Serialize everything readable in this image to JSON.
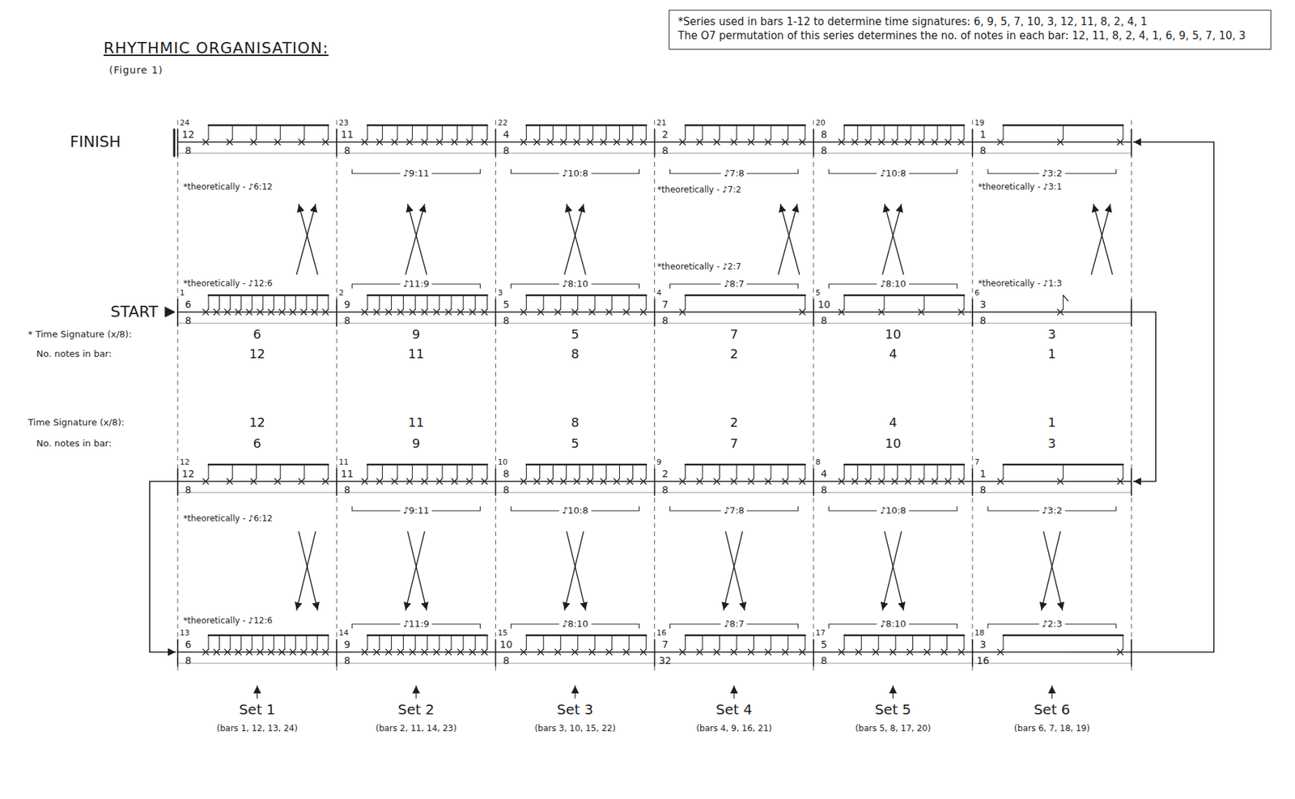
{
  "diagram": {
    "title": "RHYTHMIC ORGANISATION:",
    "caption": "(Figure 1)",
    "nodes": [
      {
        "text": [
          "*Series used in bars 1-12 to determine time signatures: 6, 9, 5, 7, 10, 3, 12, 11, 8, 2, 4, 1",
          "The O7 permutation of this series determines the no. of notes in each bar: 12, 11, 8, 2, 4, 1, 6, 9, 5, 7, 10, 3"
        ]
      }
    ],
    "labels": [
      "FINISH",
      "START",
      "* Time Signature (x/8):",
      "No. notes in bar:",
      "Time Signature (x/8):",
      "No. notes in bar:",
      "6",
      "9",
      "5",
      "7",
      "10",
      "3",
      "12",
      "11",
      "8",
      "2",
      "4",
      "1",
      "12",
      "11",
      "8",
      "2",
      "4",
      "1",
      "6",
      "9",
      "5",
      "7",
      "10",
      "3",
      "24",
      "12",
      "8",
      "23",
      "11",
      "8",
      "22",
      "4",
      "8",
      "21",
      "2",
      "8",
      "20",
      "8",
      "8",
      "19",
      "1",
      "8",
      "1",
      "6",
      "8",
      "2",
      "9",
      "8",
      "3",
      "5",
      "8",
      "4",
      "7",
      "8",
      "5",
      "10",
      "8",
      "6",
      "3",
      "8",
      "12",
      "12",
      "8",
      "11",
      "11",
      "8",
      "10",
      "8",
      "8",
      "9",
      "2",
      "8",
      "8",
      "4",
      "8",
      "7",
      "1",
      "8",
      "13",
      "6",
      "8",
      "14",
      "9",
      "8",
      "15",
      "10",
      "8",
      "16",
      "7",
      "32",
      "17",
      "5",
      "8",
      "18",
      "3",
      "16",
      "*theoretically - ♪6:12",
      "♪9:11",
      "♪10:8",
      "♪7:8",
      "*theoretically - ♪7:2",
      "♪10:8",
      "♪3:2",
      "*theoretically - ♪3:1",
      "*theoretically - ♪12:6",
      "♪11:9",
      "♪8:10",
      "♪8:7",
      "*theoretically - ♪2:7",
      "♪8:10",
      "*theoretically - ♪1:3",
      "*theoretically - ♪6:12",
      "♪9:11",
      "♪10:8",
      "♪7:8",
      "♪10:8",
      "♪3:2",
      "*theoretically - ♪12:6",
      "♪11:9",
      "♪8:10",
      "♪8:7",
      "♪8:10",
      "♪2:3",
      "Set 1",
      "(bars 1, 12, 13, 24)",
      "Set 2",
      "(bars 2, 11, 14, 23)",
      "Set 3",
      "(bars 3, 10, 15, 22)",
      "Set 4",
      "(bars 4, 9, 16, 21)",
      "Set 5",
      "(bars 5, 8, 17, 20)",
      "Set 6",
      "(bars 6, 7, 18, 19)"
    ]
  }
}
